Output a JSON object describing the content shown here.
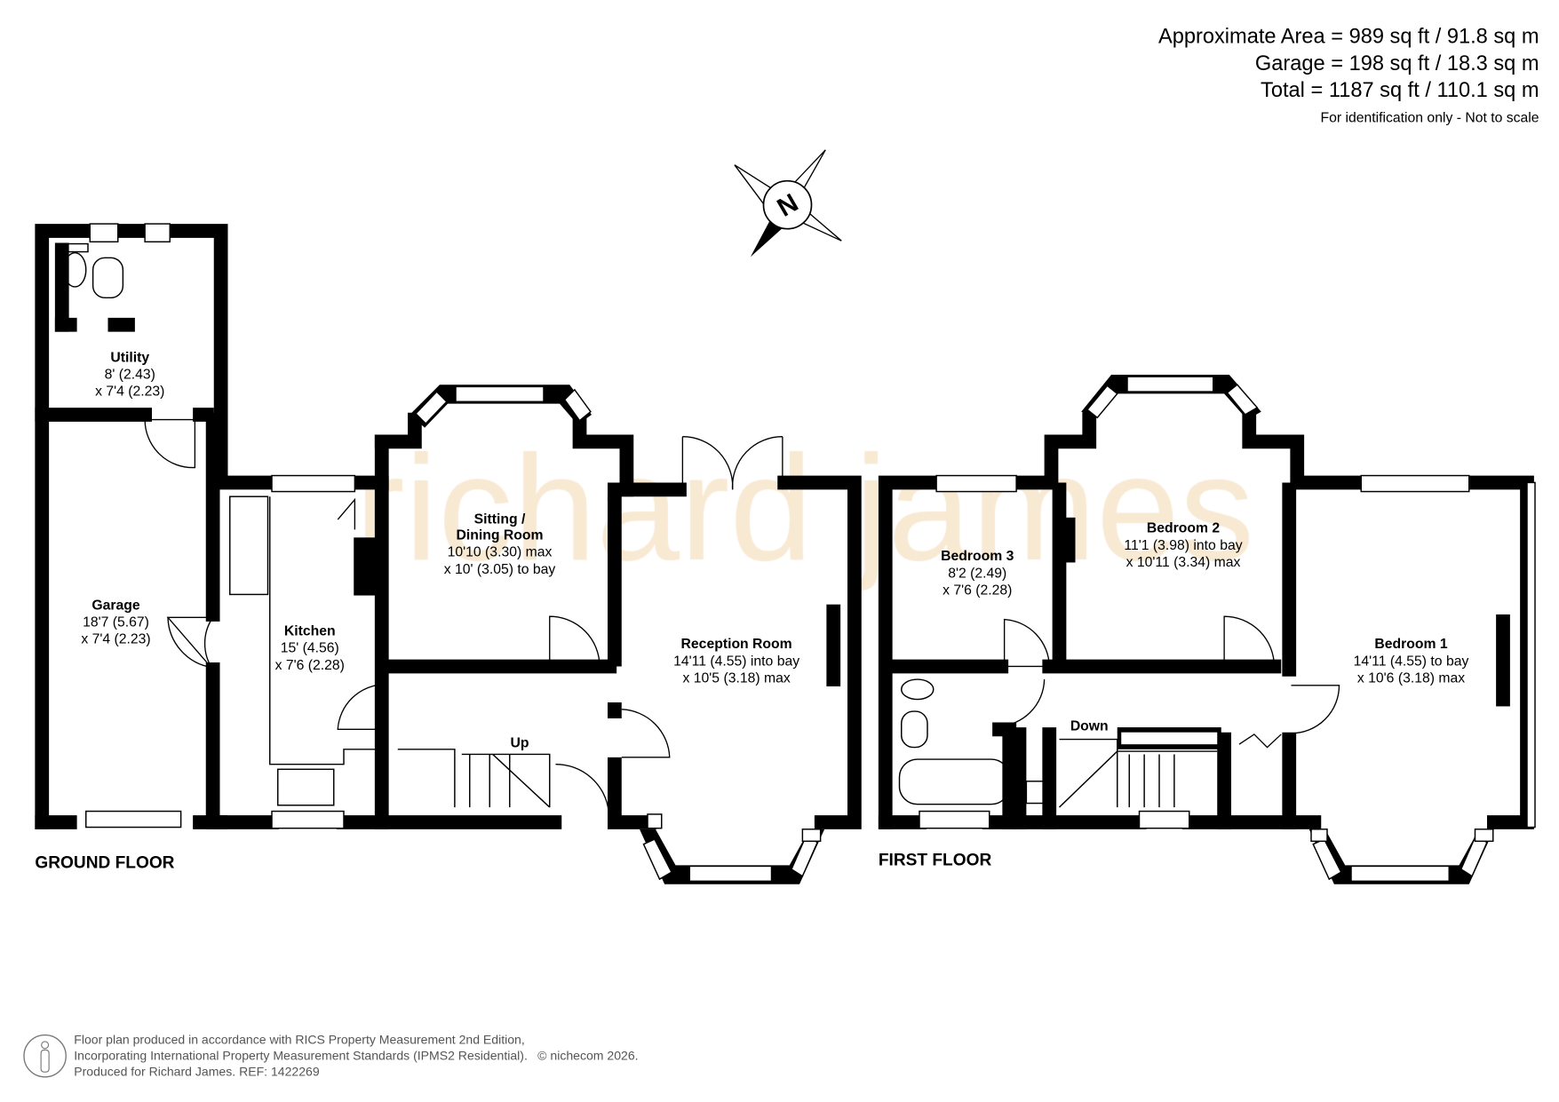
{
  "header": {
    "approx_area": "Approximate Area = 989 sq ft / 91.8 sq m",
    "garage_area": "Garage = 198 sq ft / 18.3 sq m",
    "total_area": "Total = 1187 sq ft / 110.1 sq m",
    "disclaimer": "For identification only - Not to scale"
  },
  "compass": {
    "label": "N"
  },
  "watermark": "richard james",
  "ground_floor": {
    "label": "GROUND FLOOR",
    "stairs_label": "Up",
    "rooms": [
      {
        "name": "Utility",
        "dims": [
          "8' (2.43)",
          "x 7'4 (2.23)"
        ]
      },
      {
        "name": "Garage",
        "dims": [
          "18'7 (5.67)",
          "x 7'4 (2.23)"
        ]
      },
      {
        "name": "Kitchen",
        "dims": [
          "15' (4.56)",
          "x 7'6 (2.28)"
        ]
      },
      {
        "name": "Sitting /",
        "name2": "Dining Room",
        "dims": [
          "10'10 (3.30) max",
          "x 10' (3.05) to bay"
        ]
      },
      {
        "name": "Reception Room",
        "dims": [
          "14'11 (4.55) into bay",
          "x 10'5 (3.18) max"
        ]
      }
    ]
  },
  "first_floor": {
    "label": "FIRST FLOOR",
    "stairs_label": "Down",
    "rooms": [
      {
        "name": "Bedroom 3",
        "dims": [
          "8'2 (2.49)",
          "x 7'6 (2.28)"
        ]
      },
      {
        "name": "Bedroom 2",
        "dims": [
          "11'1 (3.98) into bay",
          "x 10'11 (3.34) max"
        ]
      },
      {
        "name": "Bedroom 1",
        "dims": [
          "14'11 (4.55) to bay",
          "x 10'6 (3.18) max"
        ]
      }
    ]
  },
  "footer": {
    "line1": "Floor plan produced in accordance with RICS Property Measurement 2nd Edition,",
    "line2": "Incorporating International Property Measurement Standards (IPMS2 Residential).",
    "copyright": "© nichecom 2026.",
    "line3": "Produced for Richard James.   REF:  1422269"
  }
}
